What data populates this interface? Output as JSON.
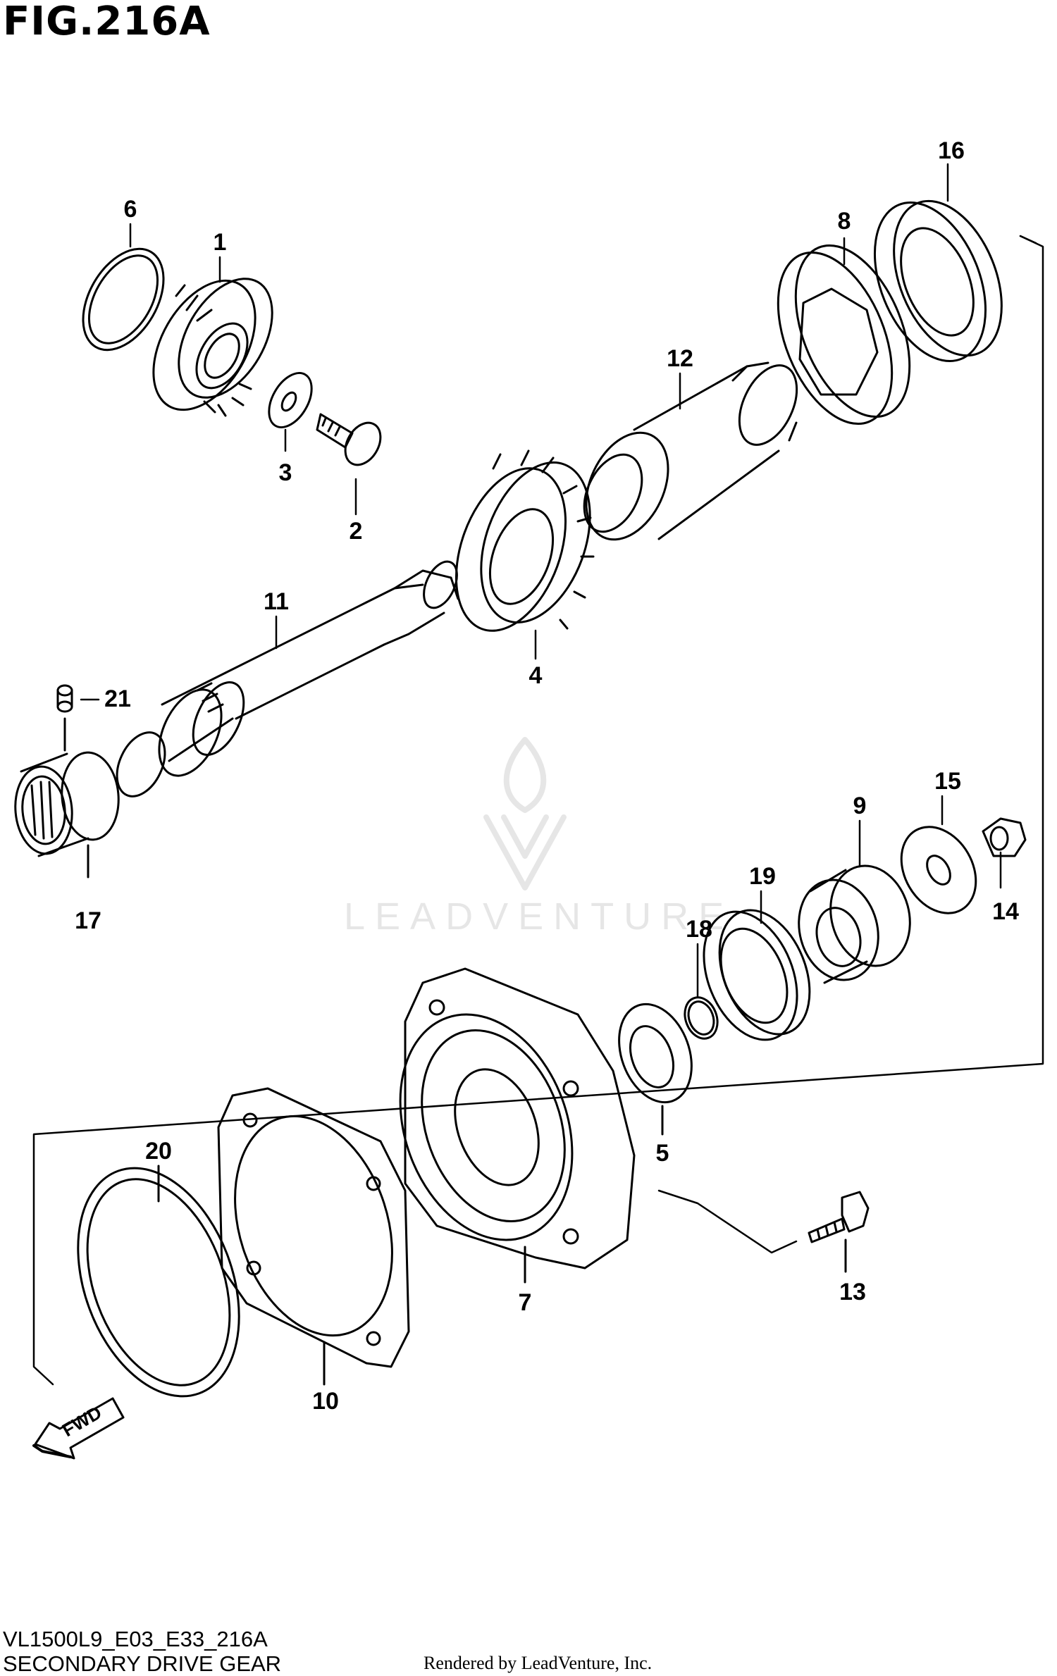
{
  "figure": {
    "title": "FIG.216A"
  },
  "callouts": [
    "1",
    "2",
    "3",
    "4",
    "5",
    "6",
    "7",
    "8",
    "9",
    "10",
    "11",
    "12",
    "13",
    "14",
    "15",
    "16",
    "17",
    "18",
    "19",
    "20",
    "21"
  ],
  "watermark": {
    "brand": "LEADVENTURE"
  },
  "fwd_label": "FWD",
  "footer": {
    "model_code": "VL1500L9_E03_E33_216A",
    "description": "SECONDARY DRIVE GEAR",
    "render_credit": "Rendered by LeadVenture, Inc."
  },
  "colors": {
    "line": "#000000",
    "background": "#ffffff",
    "watermark": "#e6e6e6"
  }
}
